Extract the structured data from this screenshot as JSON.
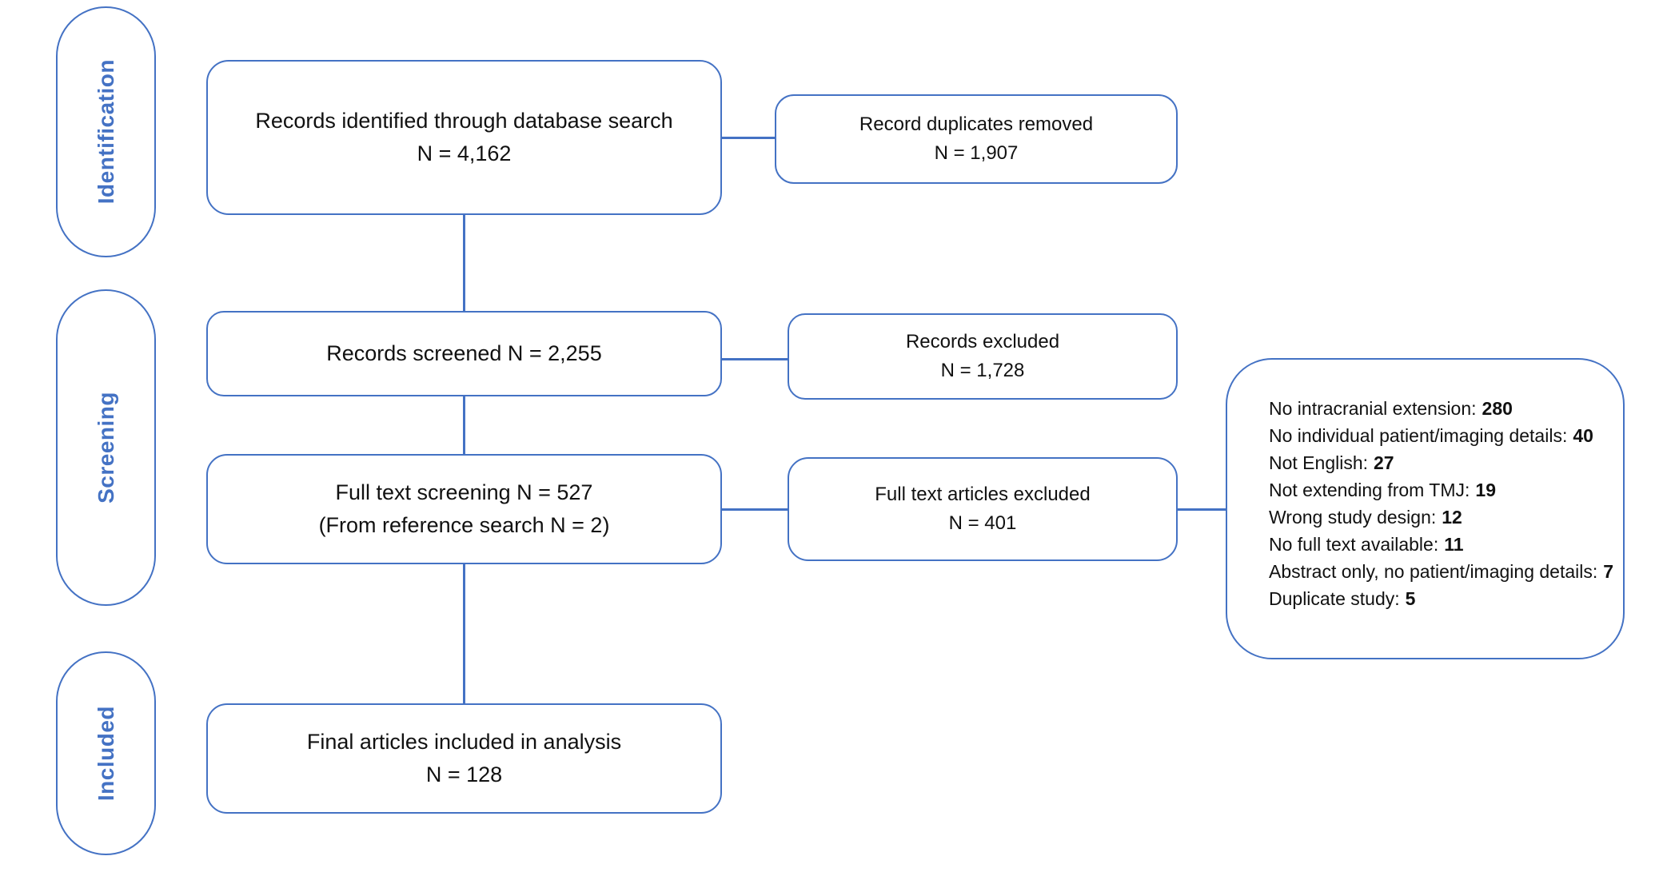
{
  "accent_color": "#4472C4",
  "stages": [
    {
      "label": "Identification"
    },
    {
      "label": "Screening"
    },
    {
      "label": "Included"
    }
  ],
  "main_boxes": [
    {
      "lines": [
        "Records identified through database search",
        "N = 4,162"
      ]
    },
    {
      "lines": [
        "Records screened N = 2,255"
      ]
    },
    {
      "lines": [
        "Full text screening N = 527",
        "(From reference search N = 2)"
      ]
    },
    {
      "lines": [
        "Final articles included in analysis",
        "N = 128"
      ]
    }
  ],
  "side_boxes": [
    {
      "lines": [
        "Record duplicates removed",
        "N = 1,907"
      ]
    },
    {
      "lines": [
        "Records excluded",
        "N = 1,728"
      ]
    },
    {
      "lines": [
        "Full text articles excluded",
        "N = 401"
      ]
    }
  ],
  "exclusion_reasons": [
    {
      "label": "No intracranial extension:",
      "count": "280"
    },
    {
      "label": "No individual patient/imaging details:",
      "count": "40"
    },
    {
      "label": "Not English:",
      "count": "27"
    },
    {
      "label": "Not extending from TMJ:",
      "count": "19"
    },
    {
      "label": "Wrong study design:",
      "count": "12"
    },
    {
      "label": "No full text available:",
      "count": "11"
    },
    {
      "label": "Abstract only, no patient/imaging details:",
      "count": "7"
    },
    {
      "label": "Duplicate study:",
      "count": "5"
    }
  ]
}
